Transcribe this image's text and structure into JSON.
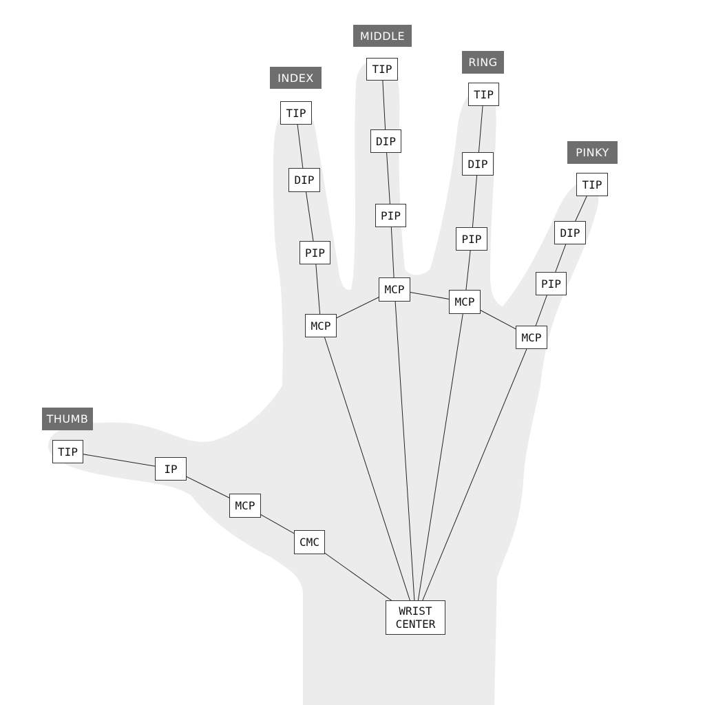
{
  "colors": {
    "hand_fill": "#ececec",
    "line": "#222222",
    "node_border": "#333333",
    "label_bg": "#6e6e6e",
    "label_text": "#ffffff"
  },
  "fingers": [
    {
      "name": "THUMB"
    },
    {
      "name": "INDEX"
    },
    {
      "name": "MIDDLE"
    },
    {
      "name": "RING"
    },
    {
      "name": "PINKY"
    }
  ],
  "nodes": {
    "wrist": "WRIST\nCENTER",
    "thumb_tip": "TIP",
    "thumb_ip": "IP",
    "thumb_mcp": "MCP",
    "thumb_cmc": "CMC",
    "index_tip": "TIP",
    "index_dip": "DIP",
    "index_pip": "PIP",
    "index_mcp": "MCP",
    "middle_tip": "TIP",
    "middle_dip": "DIP",
    "middle_pip": "PIP",
    "middle_mcp": "MCP",
    "ring_tip": "TIP",
    "ring_dip": "DIP",
    "ring_pip": "PIP",
    "ring_mcp": "MCP",
    "pinky_tip": "TIP",
    "pinky_dip": "DIP",
    "pinky_pip": "PIP",
    "pinky_mcp": "MCP"
  },
  "connections": [
    [
      "thumb_tip",
      "thumb_ip"
    ],
    [
      "thumb_ip",
      "thumb_mcp"
    ],
    [
      "thumb_mcp",
      "thumb_cmc"
    ],
    [
      "thumb_cmc",
      "wrist"
    ],
    [
      "index_tip",
      "index_dip"
    ],
    [
      "index_dip",
      "index_pip"
    ],
    [
      "index_pip",
      "index_mcp"
    ],
    [
      "index_mcp",
      "wrist"
    ],
    [
      "middle_tip",
      "middle_dip"
    ],
    [
      "middle_dip",
      "middle_pip"
    ],
    [
      "middle_pip",
      "middle_mcp"
    ],
    [
      "middle_mcp",
      "wrist"
    ],
    [
      "ring_tip",
      "ring_dip"
    ],
    [
      "ring_dip",
      "ring_pip"
    ],
    [
      "ring_pip",
      "ring_mcp"
    ],
    [
      "ring_mcp",
      "wrist"
    ],
    [
      "pinky_tip",
      "pinky_dip"
    ],
    [
      "pinky_dip",
      "pinky_pip"
    ],
    [
      "pinky_pip",
      "pinky_mcp"
    ],
    [
      "pinky_mcp",
      "wrist"
    ],
    [
      "index_mcp",
      "middle_mcp"
    ],
    [
      "middle_mcp",
      "ring_mcp"
    ],
    [
      "ring_mcp",
      "pinky_mcp"
    ]
  ]
}
